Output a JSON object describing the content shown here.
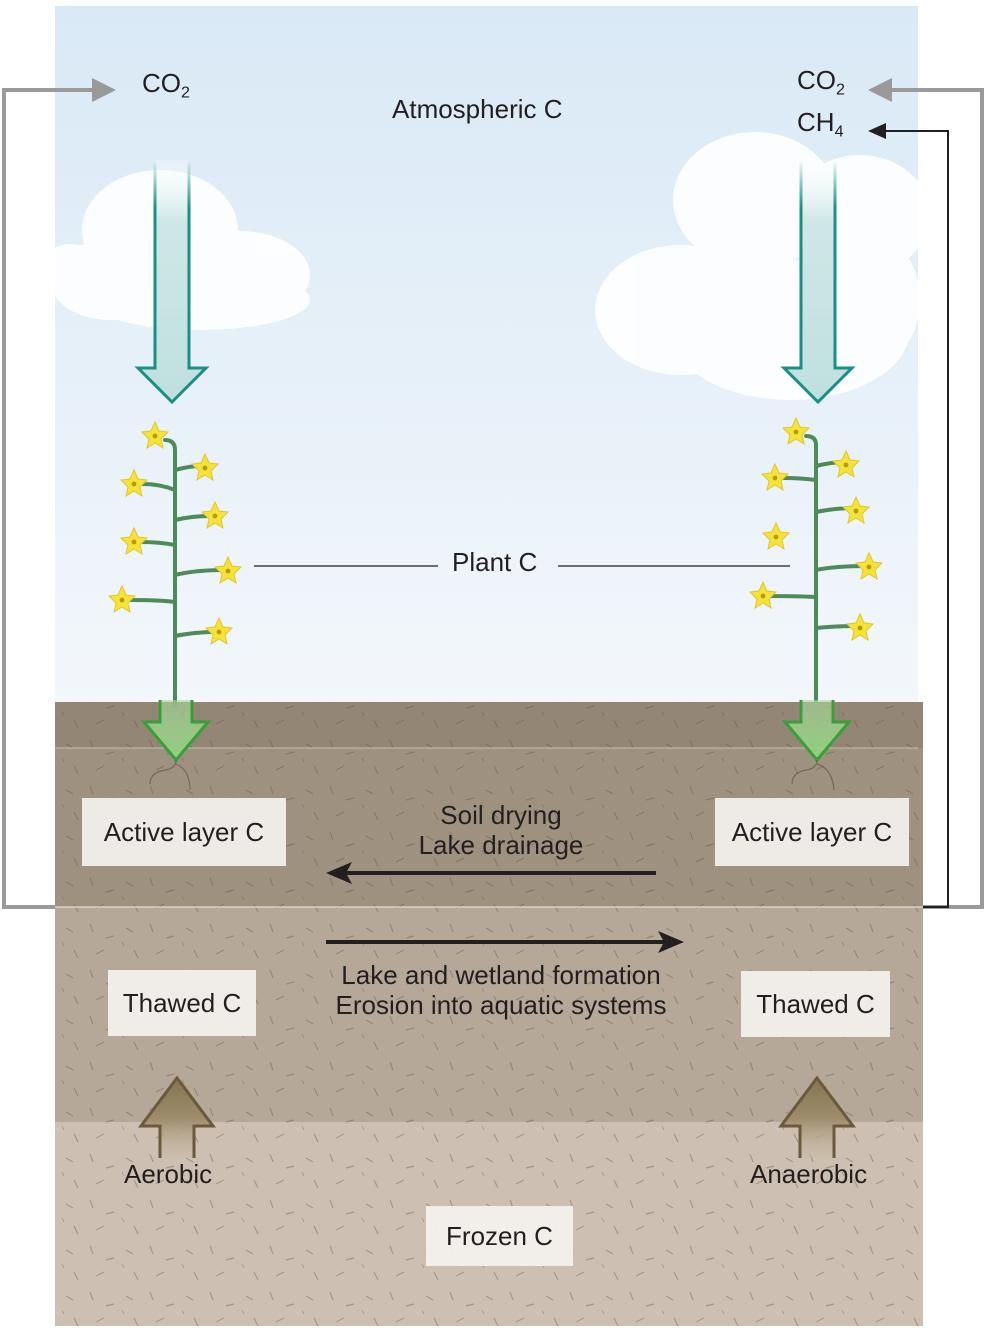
{
  "atmosphere": {
    "title": "Atmospheric C",
    "left_gas": {
      "base": "CO",
      "sub": "2"
    },
    "right_gas_1": {
      "base": "CO",
      "sub": "2"
    },
    "right_gas_2": {
      "base": "CH",
      "sub": "4"
    }
  },
  "plant_label": "Plant C",
  "active_layer": {
    "left": "Active layer C",
    "right": "Active layer C"
  },
  "transition_left": {
    "line1": "Soil drying",
    "line2": "Lake drainage"
  },
  "transition_right": {
    "line1": "Lake and wetland formation",
    "line2": "Erosion into aquatic systems"
  },
  "thawed": {
    "left": "Thawed C",
    "right": "Thawed C"
  },
  "decomposition": {
    "left": "Aerobic",
    "right": "Anaerobic"
  },
  "frozen": "Frozen C",
  "colors": {
    "sky_top": "#dcebf7",
    "sky_bottom": "#f4f8fc",
    "active_soil": "#9e9180",
    "thawed_soil": "#b7aa99",
    "frozen_soil": "#cdbfb1",
    "teal_arrow": "#1a8f86",
    "green_arrow": "#4cae4c",
    "brown_arrow": "#6b5a3a",
    "flower": "#f6e33a",
    "stem": "#4e8a5a",
    "grey_line": "#9a9a9a"
  }
}
